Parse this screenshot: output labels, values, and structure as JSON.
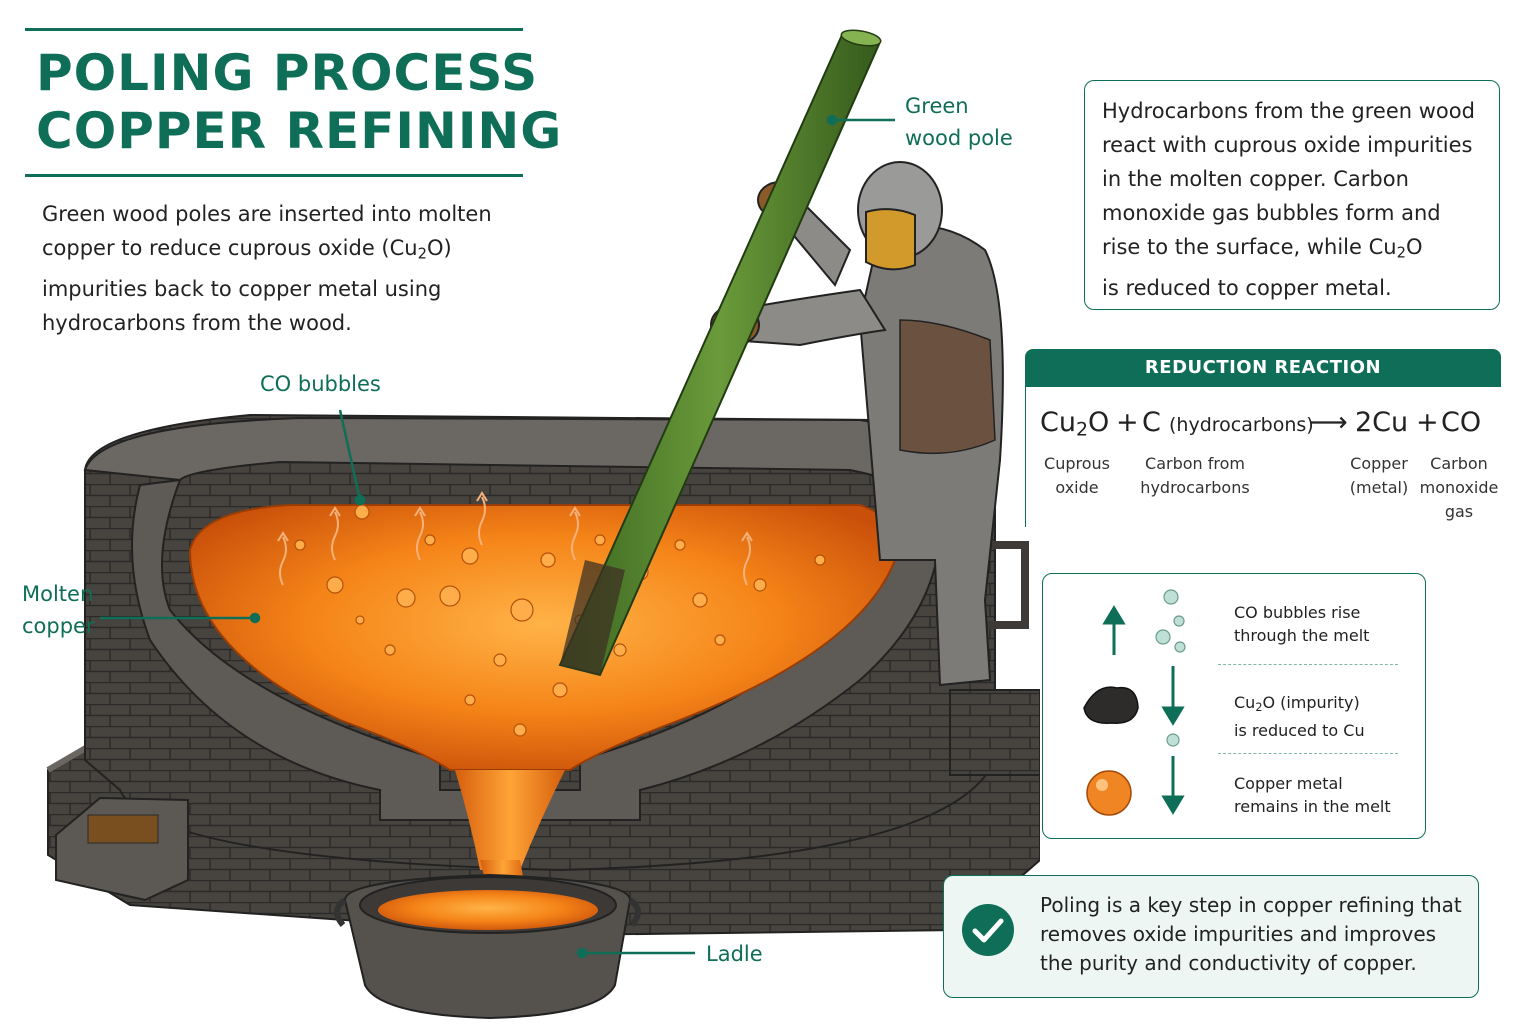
{
  "title": {
    "line1": "POLING PROCESS",
    "line2": "COPPER REFINING"
  },
  "intro": {
    "line1": "Green wood poles are inserted into molten",
    "line2_a": "copper to reduce cuprous oxide (Cu",
    "line2_sub": "2",
    "line2_b": "O)",
    "line3": "impurities back to copper metal using",
    "line4": "hydrocarbons from the wood."
  },
  "labels": {
    "pole_1": "Green",
    "pole_2": "wood pole",
    "bubbles": "CO bubbles",
    "copper_1": "Molten",
    "copper_2": "copper",
    "ladle": "Ladle"
  },
  "info_box": {
    "line1": "Hydrocarbons from the green wood",
    "line2": "react with cuprous oxide impurities",
    "line3": "in the molten copper. Carbon",
    "line4": "monoxide gas bubbles form and",
    "line5_a": "rise to the surface, while Cu",
    "line5_sub": "2",
    "line5_b": "O",
    "line6": "is reduced to copper metal."
  },
  "reaction": {
    "header": "REDUCTION REACTION",
    "cu2o_a": "Cu",
    "cu2o_sub": "2",
    "cu2o_b": "O",
    "plus1": "+",
    "c": "C",
    "hydro": "(hydrocarbons)",
    "arrow": "⟶",
    "cu": "2Cu",
    "plus2": "+",
    "co": "CO",
    "lab_cuprous_1": "Cuprous",
    "lab_cuprous_2": "oxide",
    "lab_carbon_1": "Carbon from",
    "lab_carbon_2": "hydrocarbons",
    "lab_copper_1": "Copper",
    "lab_copper_2": "(metal)",
    "lab_co_1": "Carbon",
    "lab_co_2": "monoxide",
    "lab_co_3": "gas"
  },
  "steps": {
    "s1_l1": "CO bubbles rise",
    "s1_l2": "through the melt",
    "s2_l1_a": "Cu",
    "s2_l1_sub": "2",
    "s2_l1_b": "O (impurity)",
    "s2_l2": "is reduced to Cu",
    "s3_l1": "Copper metal",
    "s3_l2": "remains in the melt"
  },
  "note": {
    "line1": "Poling is a key step in copper refining that",
    "line2": "removes oxide impurities and improves",
    "line3": "the purity and conductivity of copper."
  },
  "colors": {
    "accent": "#0f6e57",
    "copper": "#f07a16",
    "brick": "#4a4744",
    "pole": "#4d7a2a"
  }
}
